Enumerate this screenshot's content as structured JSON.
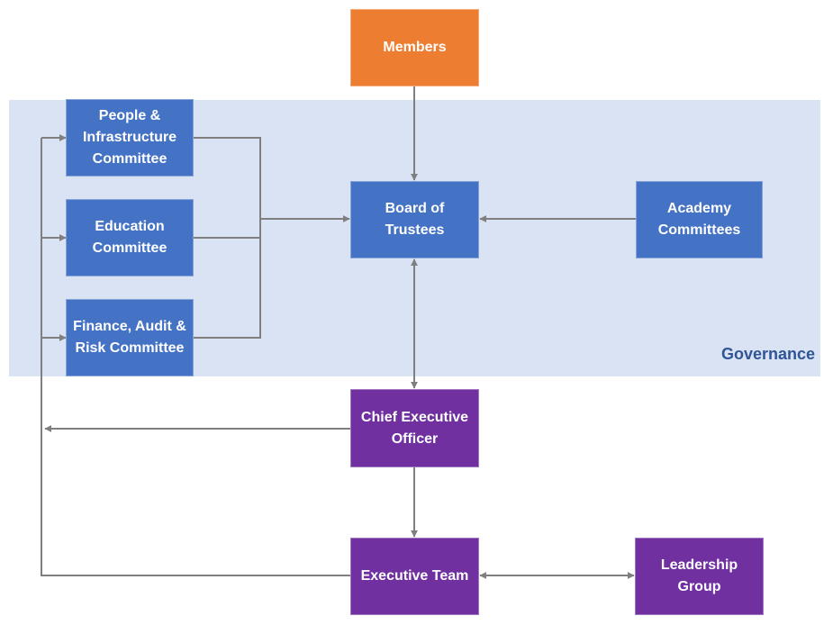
{
  "region": {
    "label": "Governance",
    "color": "#DAE3F3"
  },
  "colors": {
    "members": "#ED7D31",
    "governance_box": "#4472C4",
    "executive_box": "#7030A0",
    "connector": "#7F7F7F"
  },
  "nodes": {
    "members": "Members",
    "board": "Board of Trustees",
    "people": "People & Infrastructure Committee",
    "education": "Education Committee",
    "finance": "Finance, Audit & Risk Committee",
    "academy": "Academy Committees",
    "ceo": "Chief Executive Officer",
    "exec": "Executive Team",
    "leadership": "Leadership Group"
  }
}
